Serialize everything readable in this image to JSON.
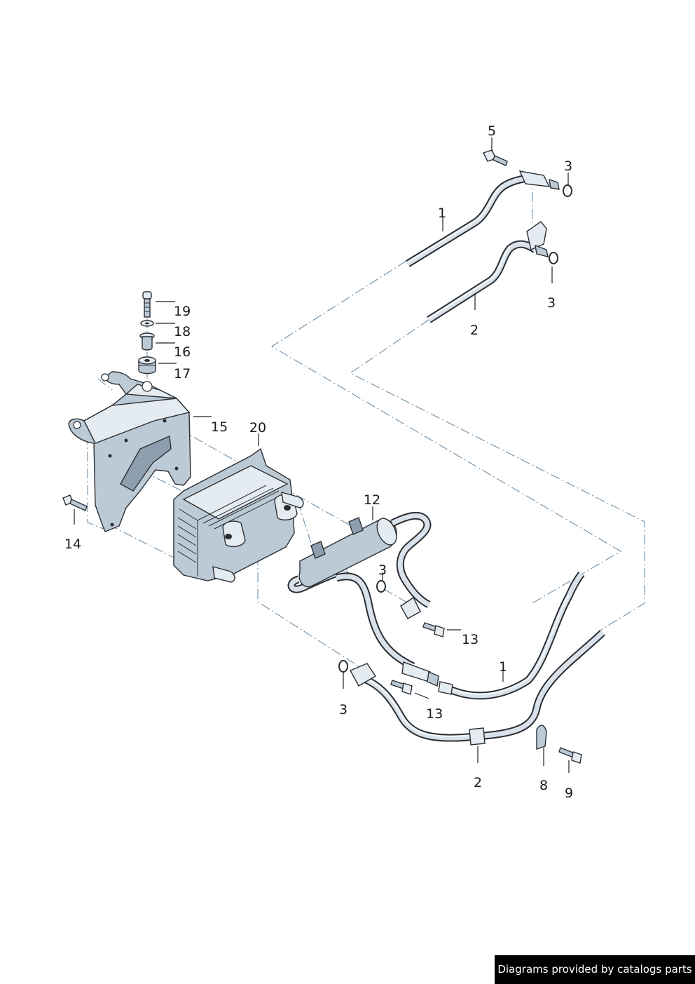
{
  "callouts": {
    "c5": "5",
    "c3_top": "3",
    "c1_top": "1",
    "c3_upper": "3",
    "c2_top": "2",
    "c19": "19",
    "c18": "18",
    "c16": "16",
    "c17": "17",
    "c15": "15",
    "c20": "20",
    "c12": "12",
    "c14": "14",
    "c3_mid": "3",
    "c13_upper": "13",
    "c1_bottom": "1",
    "c3_lower": "3",
    "c13_lower": "13",
    "c2_bottom": "2",
    "c8": "8",
    "c9": "9"
  },
  "footer": {
    "credit": "Diagrams provided by catalogs parts"
  },
  "colors": {
    "line": "#2a2e33",
    "part_fill_light": "#e4ebf1",
    "part_fill_mid": "#bccad6",
    "dash_line": "#6f8fa8",
    "footer_bg": "#000000",
    "footer_text": "#ffffff"
  }
}
